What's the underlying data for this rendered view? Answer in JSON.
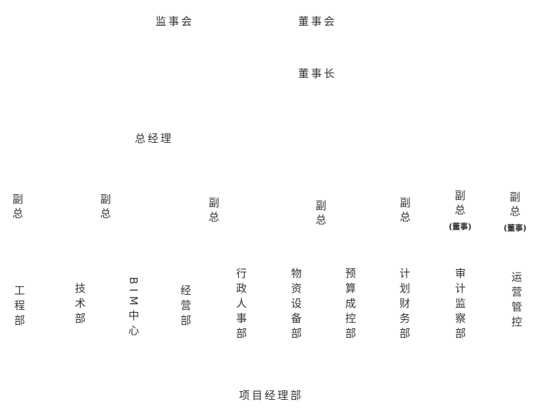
{
  "colors": {
    "text": "#333333",
    "background": "#ffffff"
  },
  "org": {
    "supervisory_board": "监事会",
    "board_of_directors": "董事会",
    "chairman": "董事长",
    "general_manager": "总经理",
    "vice_generals": [
      {
        "label": "副总",
        "suffix": ""
      },
      {
        "label": "副总",
        "suffix": ""
      },
      {
        "label": "副总",
        "suffix": ""
      },
      {
        "label": "副总",
        "suffix": ""
      },
      {
        "label": "副总",
        "suffix": ""
      },
      {
        "label": "副总",
        "suffix": "(董事)"
      },
      {
        "label": "副总",
        "suffix": "(董事)"
      }
    ],
    "departments": [
      "工程部",
      "技术部",
      "BIM中心",
      "经营部",
      "行政人事部",
      "物资设备部",
      "预算成控部",
      "计划财务部",
      "审计监察部",
      "运营管控"
    ],
    "project_manager_dept": "项目经理部"
  }
}
